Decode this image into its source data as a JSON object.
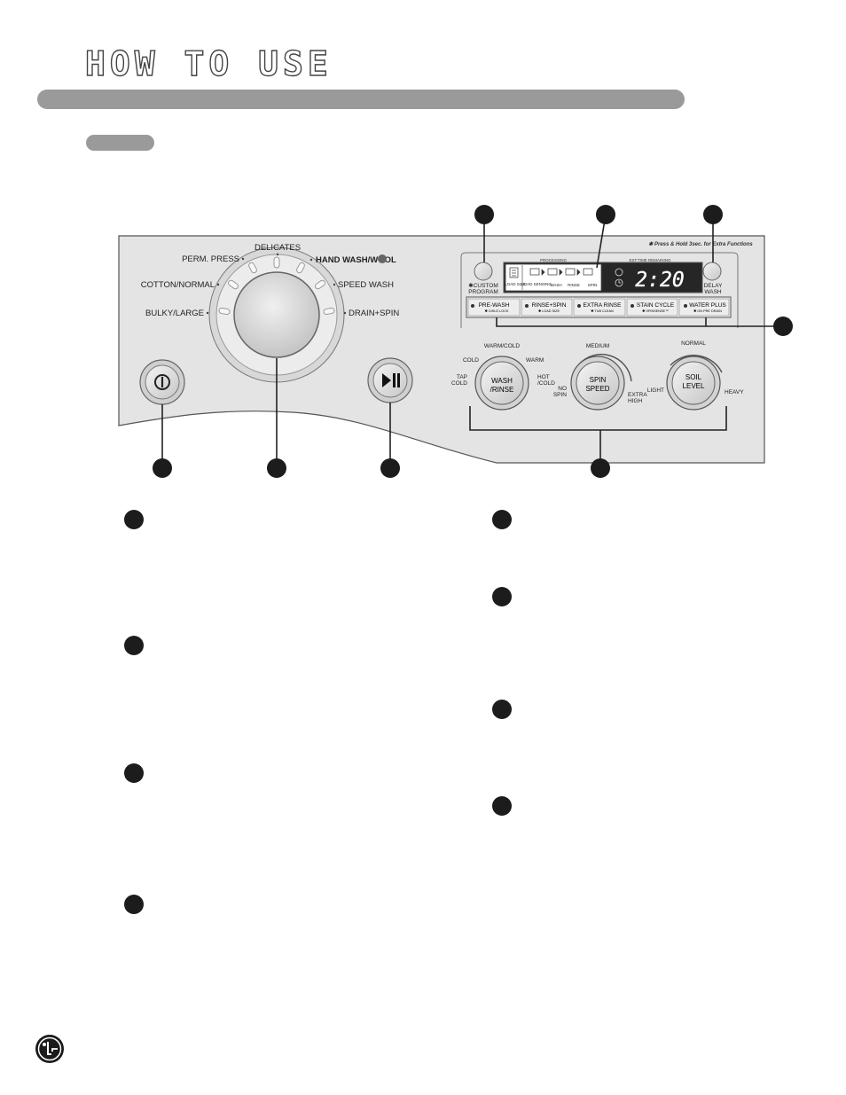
{
  "header": {
    "title": "HOW TO USE"
  },
  "panel": {
    "note": "✱ Press & Hold 3sec. for Extra Functions",
    "dial_labels": {
      "delicates": "DELICATES",
      "perm_press": "PERM. PRESS",
      "hand_wash": "HAND WASH/WOOL",
      "cotton": "COTTON/NORMAL",
      "speed_wash": "SPEED WASH",
      "bulky": "BULKY/LARGE",
      "drain_spin": "DRAIN+SPIN"
    },
    "display": {
      "processing": "PROCESSING",
      "est_time": "EST.TIME REMAINING",
      "time": "2:20",
      "stages": [
        "LOAD SIZE",
        "LOAD SENSING",
        "WASH",
        "RINSE",
        "SPIN"
      ]
    },
    "custom_program": [
      "✱CUSTOM",
      "PROGRAM"
    ],
    "delay_wash": [
      "DELAY",
      "WASH"
    ],
    "options": [
      {
        "label": "PRE-WASH",
        "sub": "✱ CHILD LOCK"
      },
      {
        "label": "RINSE+SPIN",
        "sub": "✱ LOAD SIZE"
      },
      {
        "label": "EXTRA RINSE",
        "sub": "✱ TUB CLEAN"
      },
      {
        "label": "STAIN CYCLE",
        "sub": "✱ SPINSENSE™"
      },
      {
        "label": "WATER PLUS",
        "sub": "✱ ON PRE DRAIN"
      }
    ],
    "knobs": {
      "wash_rinse": {
        "label": [
          "WASH",
          "/RINSE"
        ],
        "settings": {
          "top": "WARM/COLD",
          "cold": "COLD",
          "warm": "WARM",
          "tap_cold": [
            "TAP",
            "COLD"
          ],
          "hot_cold": [
            "HOT",
            "/COLD"
          ]
        }
      },
      "spin_speed": {
        "label": [
          "SPIN",
          "SPEED"
        ],
        "settings": {
          "top": "MEDIUM",
          "no_spin": [
            "NO",
            "SPIN"
          ],
          "extra_high": [
            "EXTRA",
            "HIGH"
          ]
        }
      },
      "soil_level": {
        "label": [
          "SOIL",
          "LEVEL"
        ],
        "settings": {
          "top": "NORMAL",
          "light": "LIGHT",
          "heavy": "HEAVY"
        }
      }
    }
  },
  "icons": {
    "power": "power-icon",
    "start_pause": "play-pause-icon",
    "logo": "lg-logo-icon"
  }
}
